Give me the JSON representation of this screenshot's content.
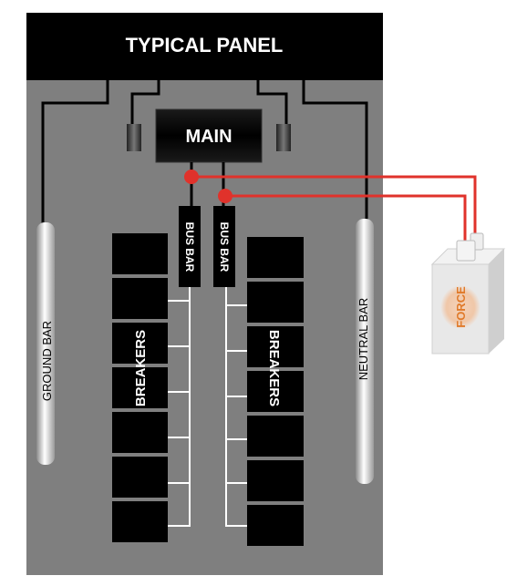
{
  "panel": {
    "title": "TYPICAL PANEL",
    "main_label": "MAIN",
    "bus_bar_left": "BUS BAR",
    "bus_bar_right": "BUS BAR",
    "breakers_left": "BREAKERS",
    "breakers_right": "BREAKERS",
    "ground_bar": "GROUND BAR",
    "neutral_bar": "NEUTRAL BAR",
    "left_breaker_count": 7,
    "right_breaker_count": 7
  },
  "device": {
    "label": "FORCE"
  },
  "colors": {
    "header": "#000000",
    "panel_body": "#7f7f7f",
    "wire": "#000000",
    "feed": "#e0322b",
    "device": "#e6e6e6",
    "device_label": "#e07a2a"
  }
}
